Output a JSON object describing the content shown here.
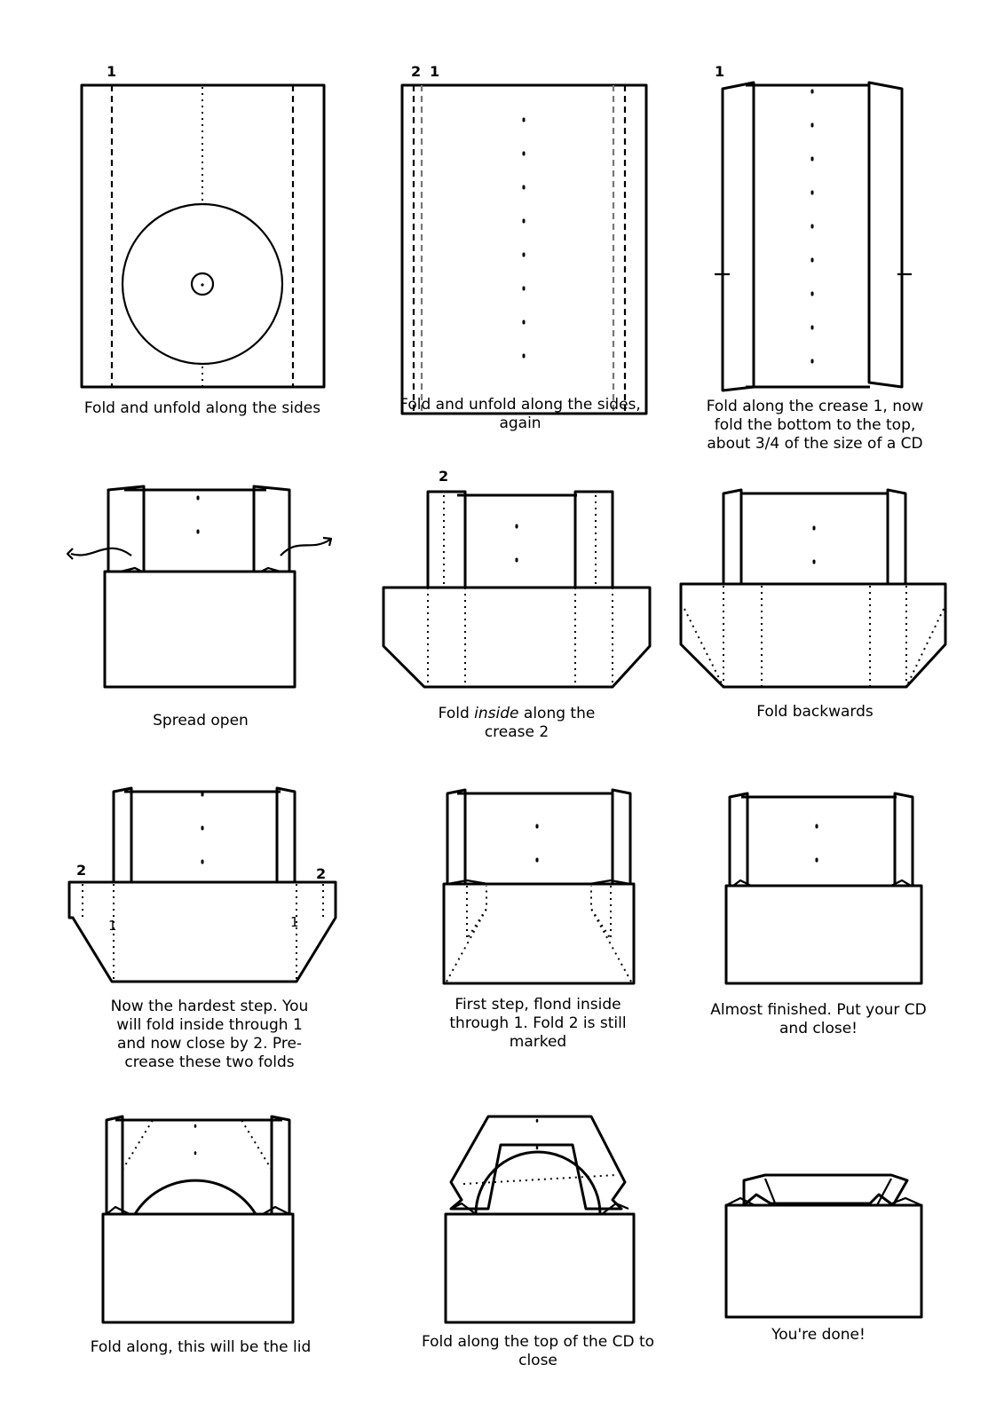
{
  "marker_labels": {
    "crease_1": "1",
    "crease_2": "2"
  },
  "steps": [
    {
      "id": 1,
      "caption": [
        "Fold and unfold along the sides"
      ]
    },
    {
      "id": 2,
      "caption": [
        "Fold and unfold along the sides,",
        "again"
      ]
    },
    {
      "id": 3,
      "caption": [
        "Fold along the crease 1, now",
        "fold the bottom to the top,",
        "about 3/4 of the size of a CD"
      ]
    },
    {
      "id": 4,
      "caption": [
        "Spread open"
      ]
    },
    {
      "id": 5,
      "caption_parts": [
        "Fold ",
        "inside",
        " along the"
      ],
      "caption_line2": "crease 2"
    },
    {
      "id": 6,
      "caption": [
        "Fold backwards"
      ]
    },
    {
      "id": 7,
      "caption": [
        "Now the hardest step. You",
        "will fold inside through 1",
        "and now close by 2. Pre-",
        "crease these two folds"
      ]
    },
    {
      "id": 8,
      "caption": [
        "First step, flond inside",
        "through 1. Fold 2 is still",
        "marked"
      ]
    },
    {
      "id": 9,
      "caption": [
        "Almost finished. Put your CD",
        "and close!"
      ]
    },
    {
      "id": 10,
      "caption": [
        "Fold along, this will be the lid"
      ]
    },
    {
      "id": 11,
      "caption": [
        "Fold along the top of the CD to",
        "close"
      ]
    },
    {
      "id": 12,
      "caption": [
        "You're done!"
      ]
    }
  ]
}
